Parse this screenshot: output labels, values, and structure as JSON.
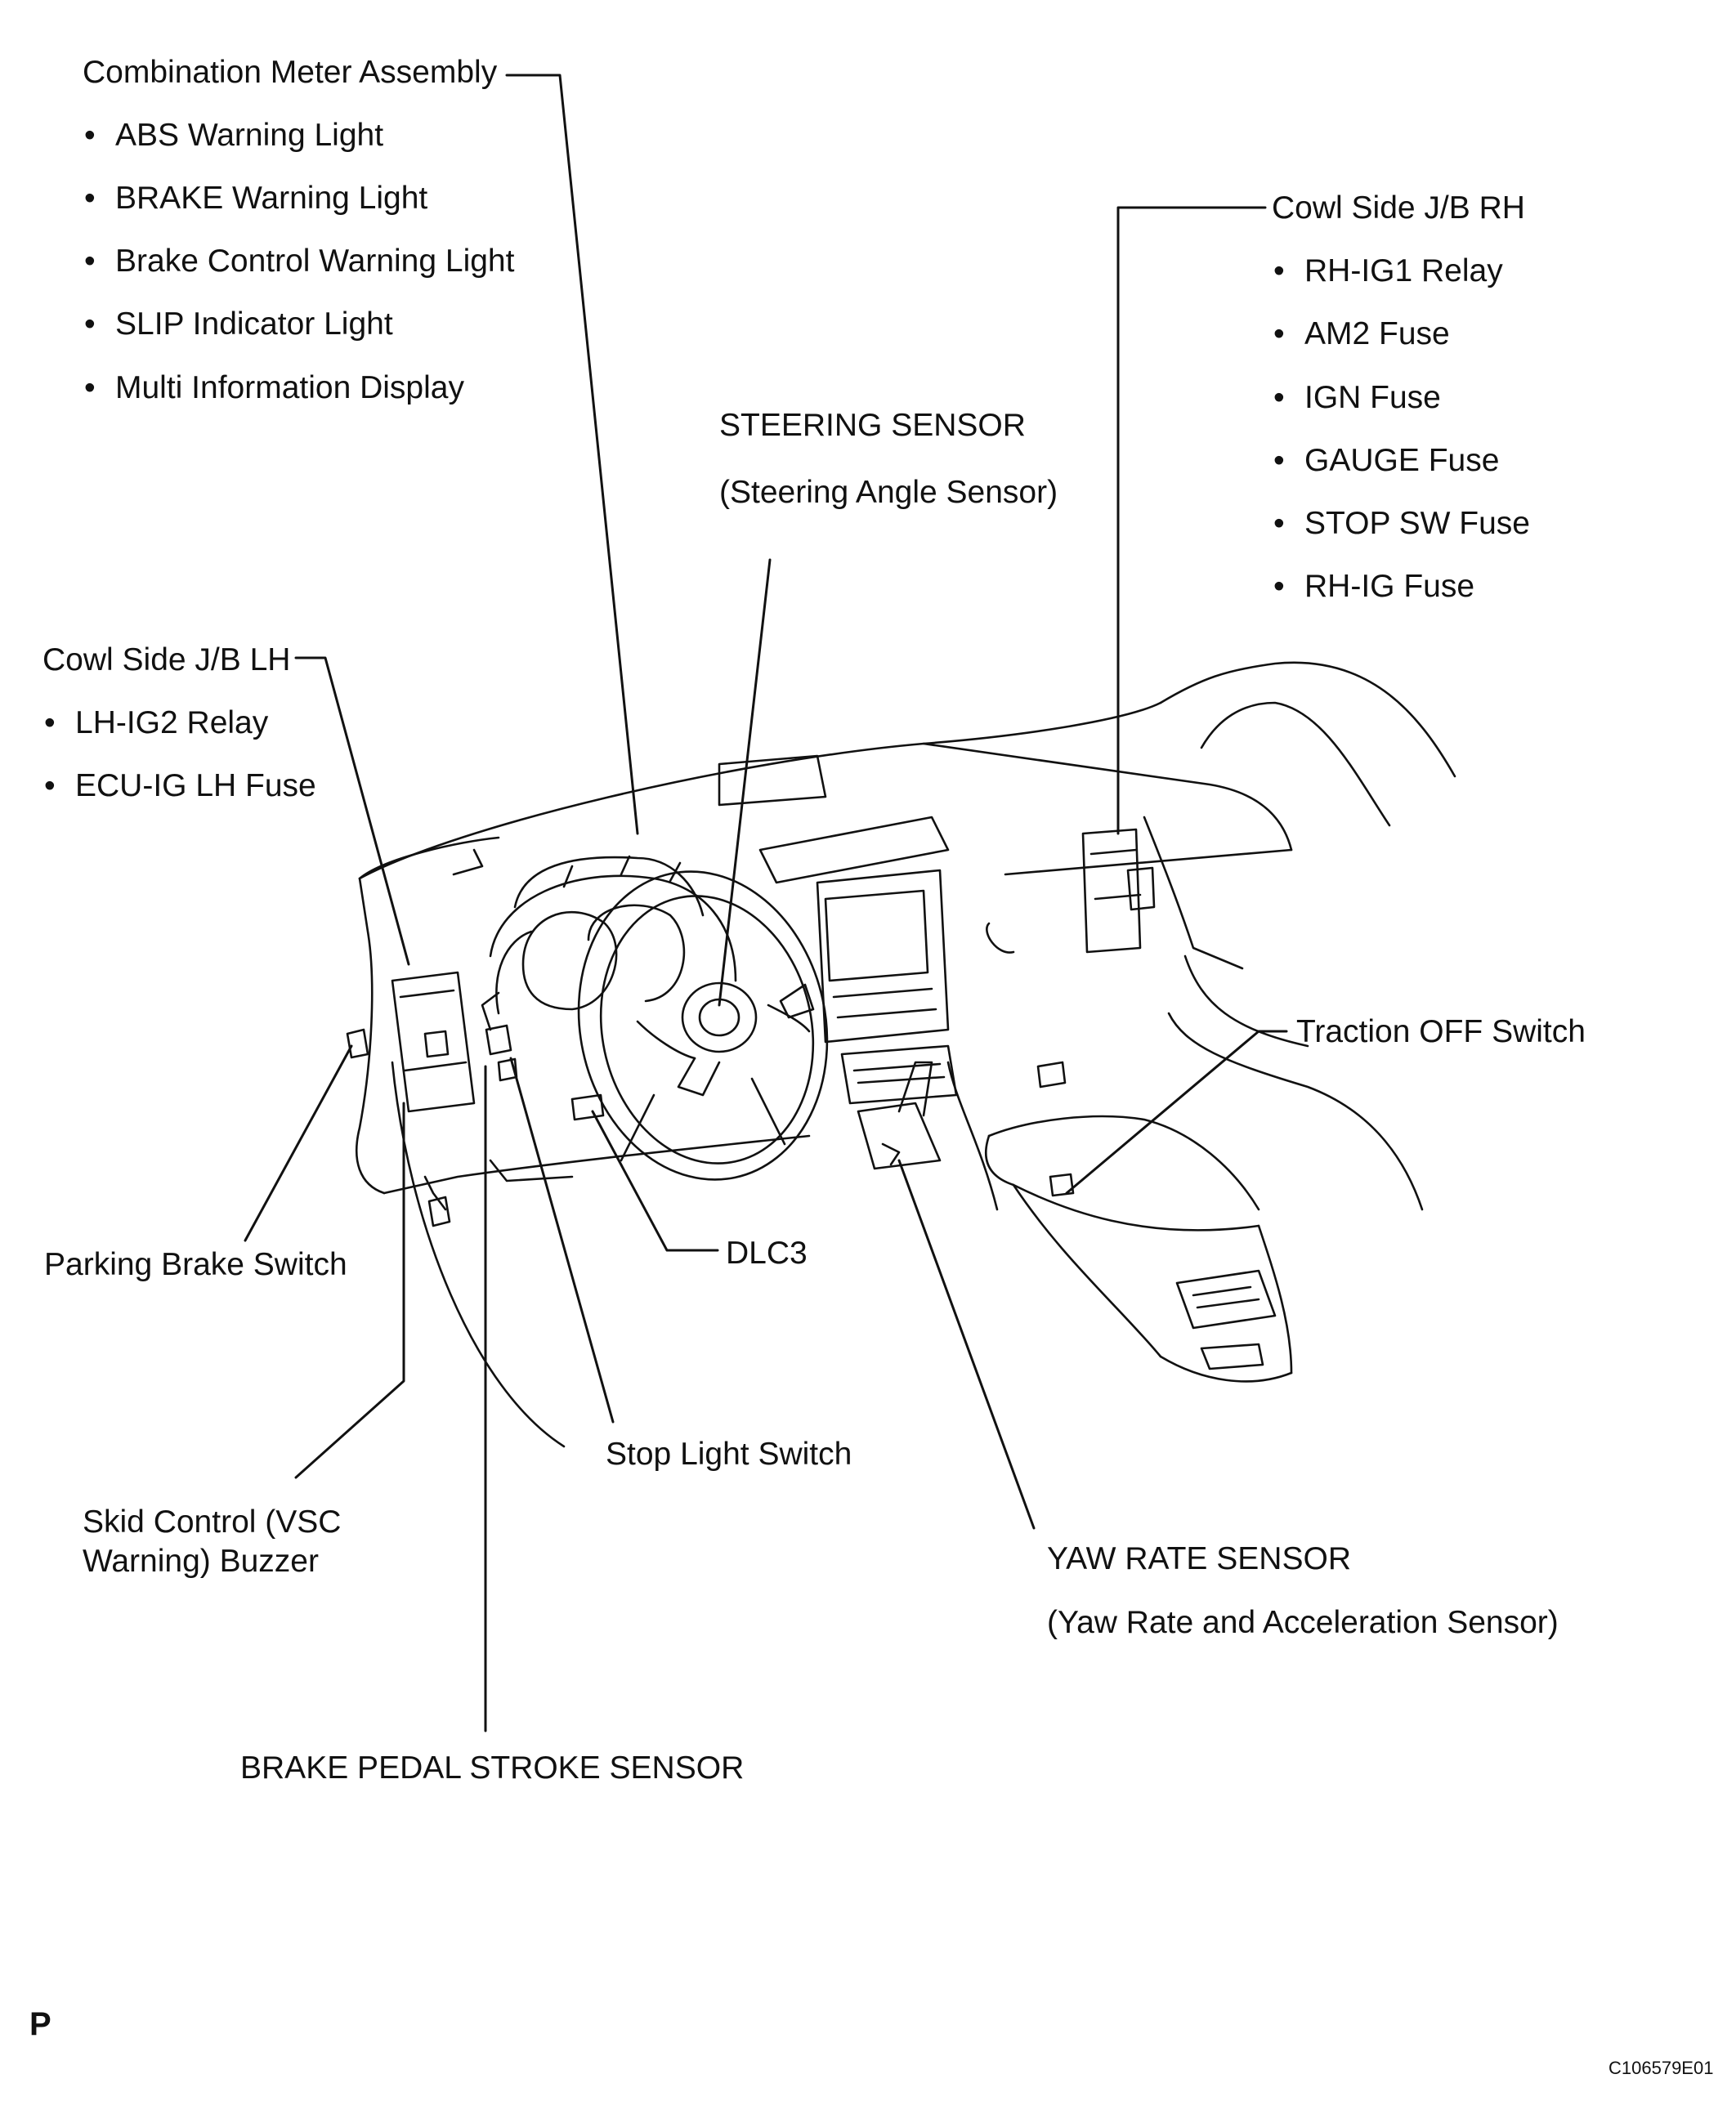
{
  "callouts": {
    "meter": {
      "title": "Combination Meter Assembly",
      "items": [
        "ABS Warning Light",
        "BRAKE Warning Light",
        "Brake Control Warning Light",
        "SLIP Indicator Light",
        "Multi Information Display"
      ]
    },
    "steering": {
      "line1": "STEERING SENSOR",
      "line2": "(Steering Angle Sensor)"
    },
    "jb_rh": {
      "title": "Cowl Side J/B RH",
      "items": [
        "RH-IG1 Relay",
        "AM2 Fuse",
        "IGN Fuse",
        "GAUGE Fuse",
        "STOP SW Fuse",
        "RH-IG Fuse"
      ]
    },
    "jb_lh": {
      "title": "Cowl Side J/B LH",
      "items": [
        "LH-IG2 Relay",
        "ECU-IG LH Fuse"
      ]
    },
    "traction": "Traction OFF Switch",
    "parking": "Parking Brake Switch",
    "dlc3": "DLC3",
    "stop_light": "Stop Light Switch",
    "buzzer": {
      "line1": "Skid Control (VSC",
      "line2": "Warning) Buzzer"
    },
    "yaw": {
      "line1": "YAW RATE SENSOR",
      "line2": "(Yaw Rate and Acceleration Sensor)"
    },
    "pedal": "BRAKE PEDAL STROKE SENSOR"
  },
  "corner_letter": "P",
  "figure_code": "C106579E01"
}
